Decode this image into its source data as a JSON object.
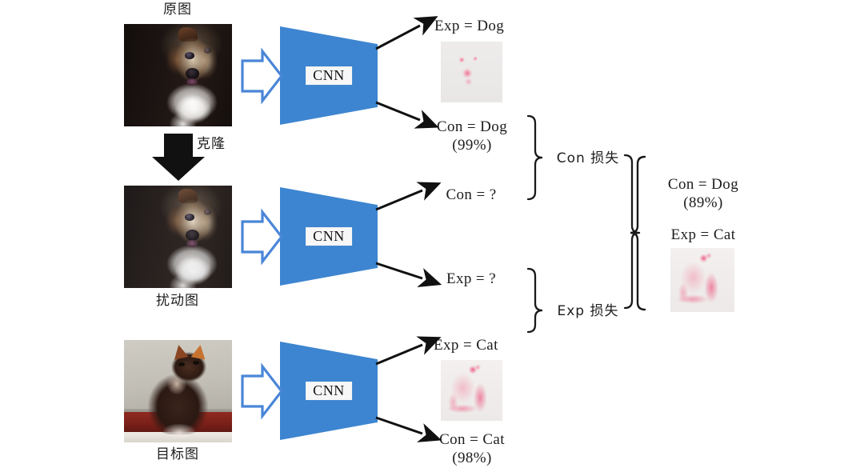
{
  "diagram": {
    "title_visible": false,
    "colors": {
      "cnn_blue": "#3d85d0",
      "arrow_blue": "#4a86d8",
      "arrow_black": "#111111",
      "heatmap_pink": "#ee5f82"
    },
    "inputs": [
      {
        "id": "original",
        "caption_position": "above",
        "caption": "原图",
        "image": "sheltie-dog-photo"
      },
      {
        "id": "perturbed",
        "caption_position": "below",
        "caption": "扰动图",
        "image": "sheltie-dog-photo-perturbed"
      },
      {
        "id": "target",
        "caption_position": "below",
        "caption": "目标图",
        "image": "cat-on-windowsill-photo"
      }
    ],
    "clone_arrow": {
      "label": "克隆",
      "direction": "down"
    },
    "models": [
      {
        "id": "cnn-top",
        "label": "CNN"
      },
      {
        "id": "cnn-middle",
        "label": "CNN"
      },
      {
        "id": "cnn-bottom",
        "label": "CNN"
      }
    ],
    "outputs": {
      "top_exp": {
        "label": "Exp = Dog",
        "heatmap": "dog-saliency-map"
      },
      "top_con": {
        "label": "Con = Dog",
        "percent": "(99%)"
      },
      "mid_con": {
        "label": "Con = ?"
      },
      "mid_exp": {
        "label": "Exp = ?"
      },
      "bottom_exp": {
        "label": "Exp = Cat",
        "heatmap": "cat-saliency-map"
      },
      "bottom_con": {
        "label": "Con = Cat",
        "percent": "(98%)"
      }
    },
    "losses": [
      {
        "id": "con-loss",
        "label": "Con 损失"
      },
      {
        "id": "exp-loss",
        "label": "Exp 损失"
      }
    ],
    "result": {
      "con_label": "Con = Dog",
      "con_percent": "(89%)",
      "exp_label": "Exp = Cat",
      "heatmap": "cat-saliency-map-result"
    }
  }
}
